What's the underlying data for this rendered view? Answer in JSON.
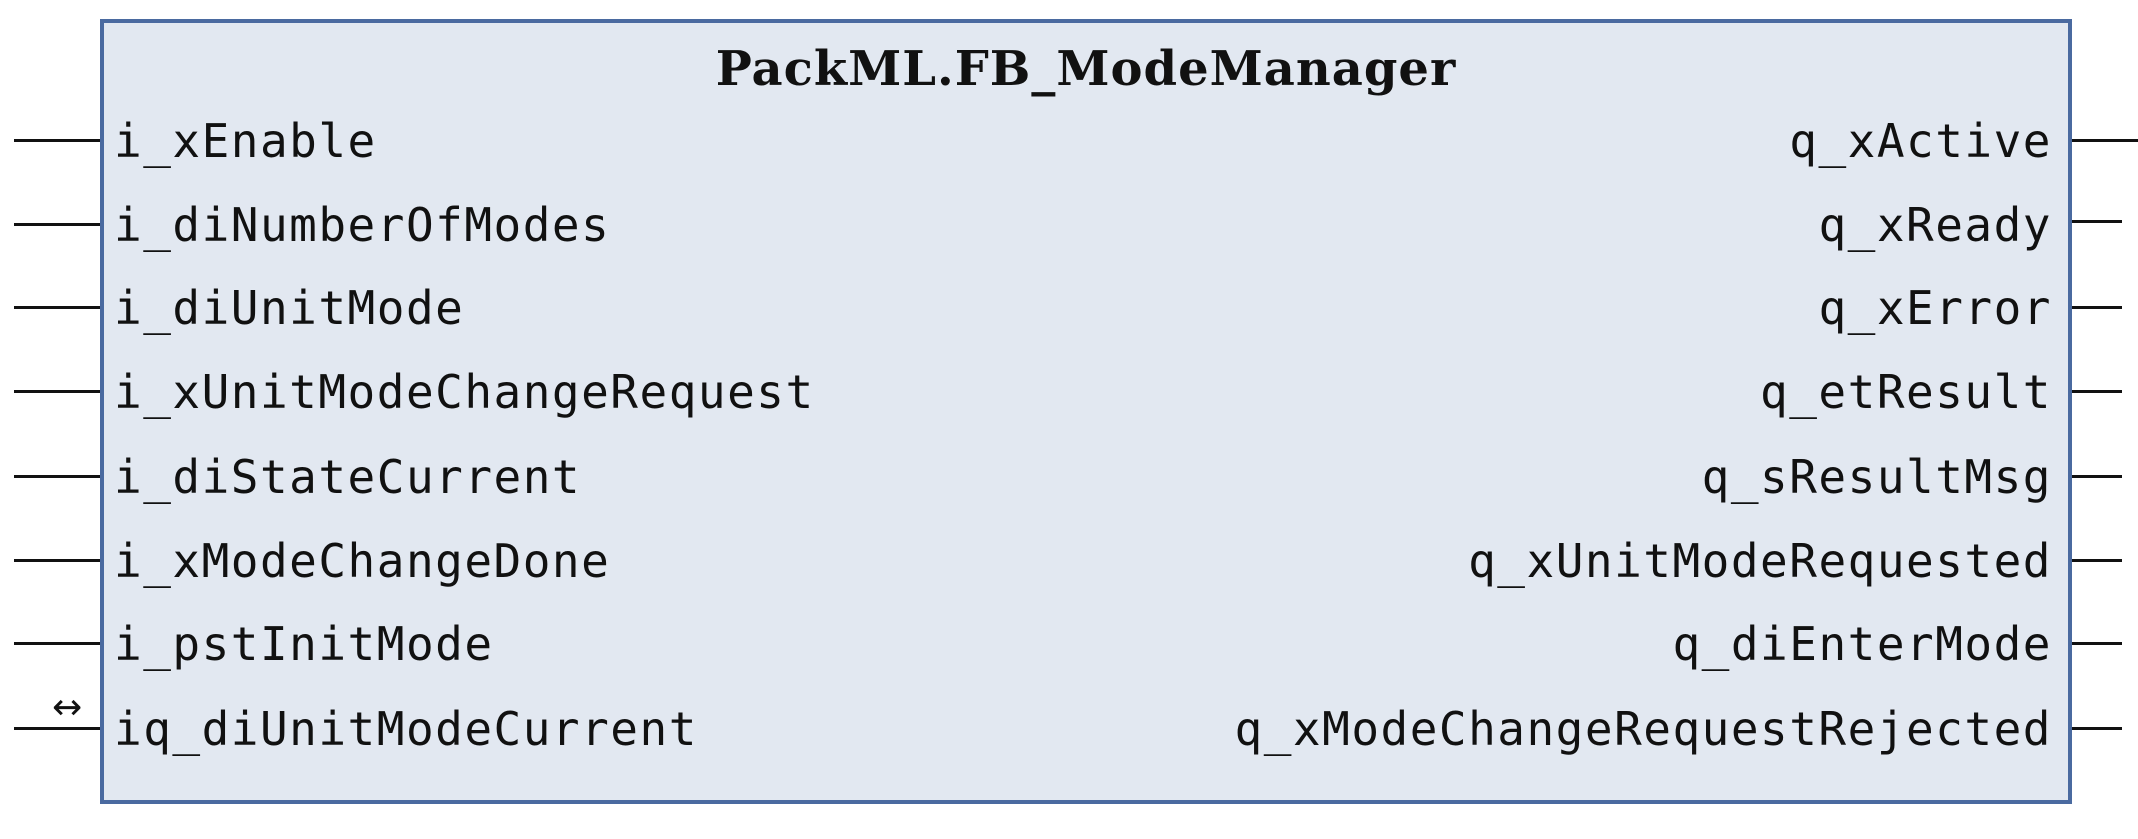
{
  "block": {
    "title": "PackML.FB_ModeManager"
  },
  "inputs": [
    {
      "name": "i_xEnable"
    },
    {
      "name": "i_diNumberOfModes"
    },
    {
      "name": "i_diUnitMode"
    },
    {
      "name": "i_xUnitModeChangeRequest"
    },
    {
      "name": "i_diStateCurrent"
    },
    {
      "name": "i_xModeChangeDone"
    },
    {
      "name": "i_pstInitMode"
    },
    {
      "name": "iq_diUnitModeCurrent"
    }
  ],
  "outputs": [
    {
      "name": "q_xActive"
    },
    {
      "name": "q_xReady"
    },
    {
      "name": "q_xError"
    },
    {
      "name": "q_etResult"
    },
    {
      "name": "q_sResultMsg"
    },
    {
      "name": "q_xUnitModeRequested"
    },
    {
      "name": "q_diEnterMode"
    },
    {
      "name": "q_xModeChangeRequestRejected"
    }
  ],
  "inout_marker": "↔",
  "colors": {
    "block_fill": "#e2e8f1",
    "block_border": "#4a6aa0",
    "pin_line": "#111111",
    "text": "#111111"
  }
}
